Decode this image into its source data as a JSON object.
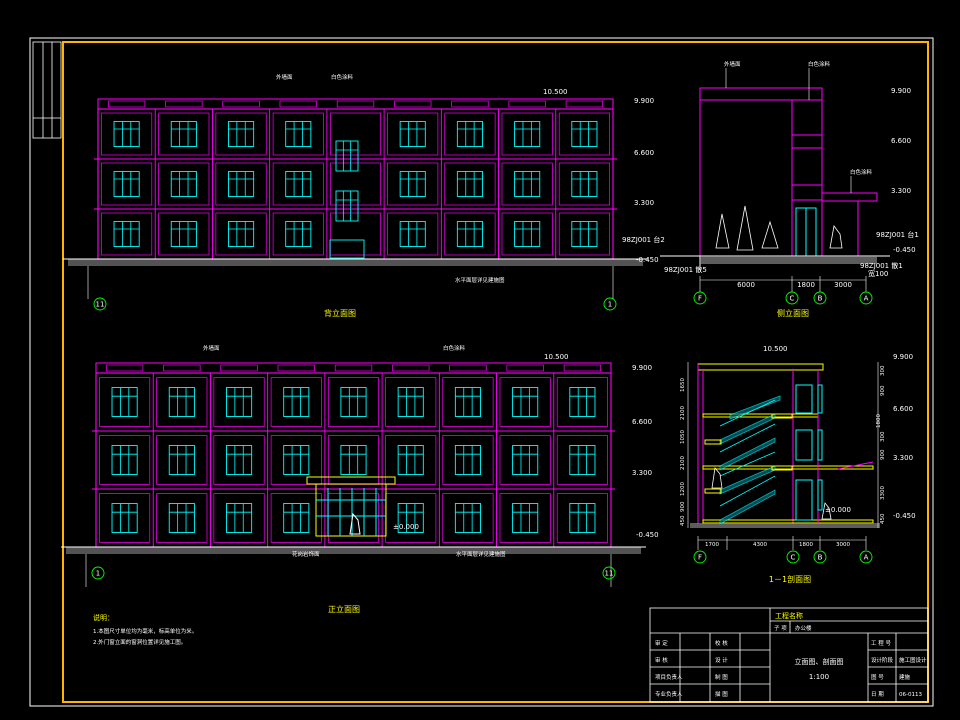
{
  "rear_elevation": {
    "title": "背立面图",
    "elev_top": "10.500",
    "levels": [
      "9.900",
      "6.600",
      "3.300",
      "-0.450"
    ],
    "note_left": "外墙面",
    "note_mid": "白色涂料",
    "ref_code": "98ZJ001 台2",
    "ground_note": "水平面层详见建施图",
    "axis_left": "11",
    "axis_right": "1"
  },
  "side_elevation": {
    "title": "侧立面图",
    "levels": [
      "9.900",
      "6.600",
      "3.300",
      "-0.450"
    ],
    "note_a": "外墙面",
    "note_b": "白色涂料",
    "note_c": "白色涂料",
    "ref_a": "98ZJ001 台1",
    "ref_b": "98ZJ001 散5",
    "ref_c": "98ZJ001 散1",
    "ref_d": "宽100",
    "dims": [
      "6000",
      "1800",
      "3000"
    ],
    "axes": [
      "F",
      "C",
      "B",
      "A"
    ]
  },
  "front_elevation": {
    "title": "正立面图",
    "elev_top": "10.500",
    "levels": [
      "9.900",
      "6.600",
      "3.300",
      "-0.450"
    ],
    "zero": "±0.000",
    "note_left": "外墙面",
    "note_mid": "白色涂料",
    "note_entry": "花岗岩饰面",
    "ground_note": "水平面层详见建施图",
    "axis_left": "1",
    "axis_right": "11"
  },
  "section": {
    "title": "1－1剖面图",
    "elev_top": "10.500",
    "levels": [
      "9.900",
      "6.600",
      "3.300",
      "-0.450"
    ],
    "zero": "±0.000",
    "dims_bottom": [
      "1700",
      "4300",
      "1800",
      "3000"
    ],
    "dims_left": [
      "1650",
      "2100",
      "1050",
      "2100",
      "1200",
      "900",
      "450"
    ],
    "dims_right": [
      "300",
      "900",
      "1800",
      "300",
      "900",
      "3300",
      "450"
    ],
    "axes": [
      "F",
      "C",
      "B",
      "A"
    ]
  },
  "notes": {
    "heading": "说明：",
    "lines": [
      "1.本图尺寸单位均为毫米，标高单位为米。",
      "2.外门窗立面的窗洞位置详见施工图。"
    ]
  },
  "title_block": {
    "project_label": "工程名称",
    "project_sub": "子 项",
    "project_sub_value": "办公楼",
    "drawing_title": "立面图、剖面图",
    "scale": "1:100",
    "left_rows": [
      [
        "审 定",
        "",
        "校 核",
        ""
      ],
      [
        "审 核",
        "",
        "设 计",
        ""
      ],
      [
        "项目负责人",
        "",
        "制 图",
        ""
      ],
      [
        "专业负责人",
        "",
        "描 图",
        ""
      ]
    ],
    "right_rows": [
      [
        "工 程 号",
        ""
      ],
      [
        "设计阶段",
        "施工图设计"
      ],
      [
        "图 号",
        "建施"
      ],
      [
        "日 期",
        "06-0113"
      ]
    ]
  }
}
